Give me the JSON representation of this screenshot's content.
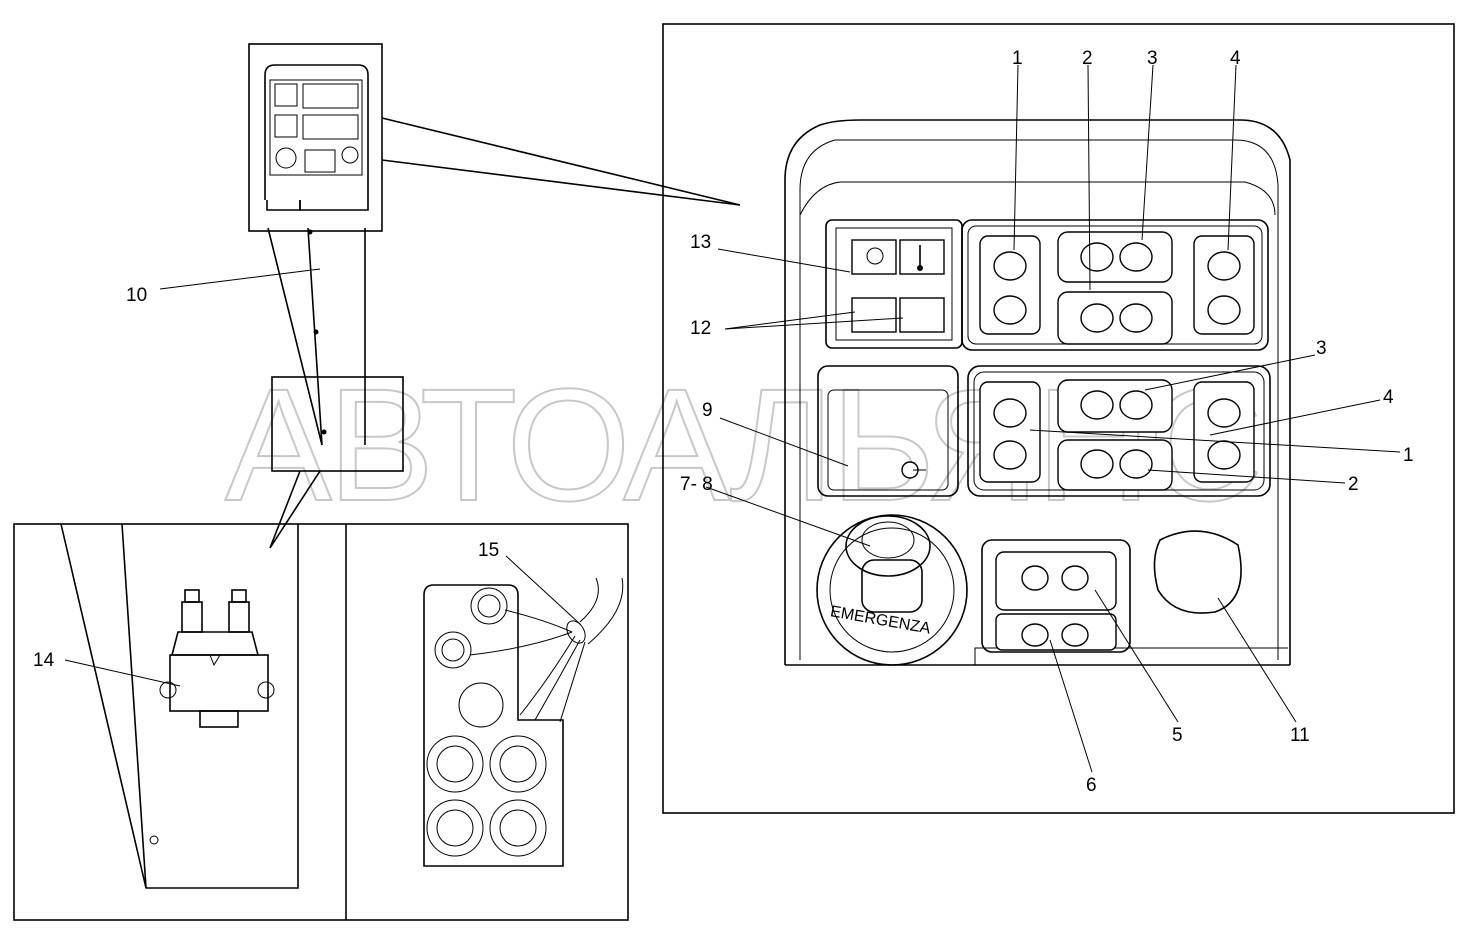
{
  "watermark": "АВТОАЛЬЯНС",
  "callouts": {
    "c1_top": "1",
    "c2_top": "2",
    "c3_top": "3",
    "c4_top": "4",
    "c13": "13",
    "c12": "12",
    "c3_mid": "3",
    "c4_mid": "4",
    "c9": "9",
    "c1_mid": "1",
    "c78": "7- 8",
    "c2_mid": "2",
    "c10": "10",
    "c15": "15",
    "c14": "14",
    "c5": "5",
    "c6": "6",
    "c11": "11"
  },
  "emergency_text": "EMERGENZA"
}
